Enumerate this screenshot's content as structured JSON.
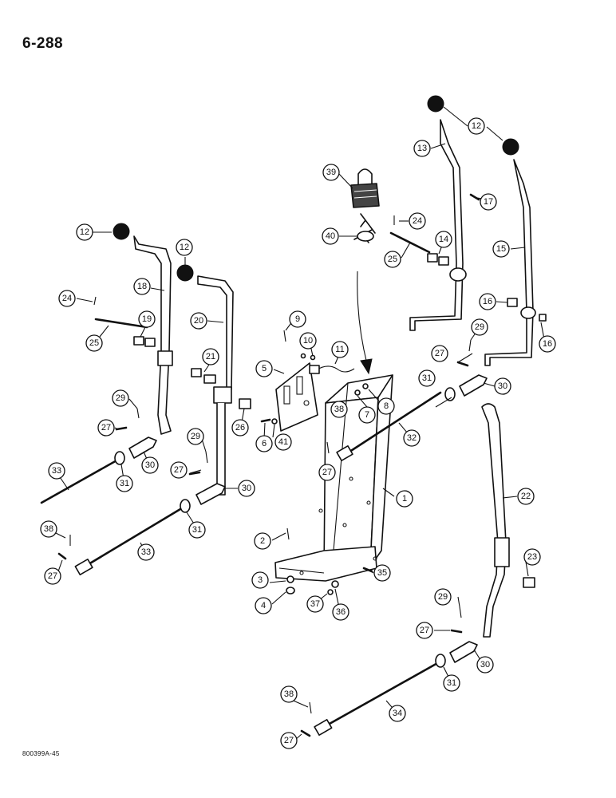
{
  "page": {
    "number": "6-288",
    "doc_code": "800399A-45"
  },
  "diagram": {
    "callouts": [
      {
        "label": "1"
      },
      {
        "label": "2"
      },
      {
        "label": "3"
      },
      {
        "label": "4"
      },
      {
        "label": "5"
      },
      {
        "label": "6"
      },
      {
        "label": "7"
      },
      {
        "label": "8"
      },
      {
        "label": "9"
      },
      {
        "label": "10"
      },
      {
        "label": "11"
      },
      {
        "label": "12"
      },
      {
        "label": "12"
      },
      {
        "label": "12"
      },
      {
        "label": "12"
      },
      {
        "label": "13"
      },
      {
        "label": "14"
      },
      {
        "label": "15"
      },
      {
        "label": "16"
      },
      {
        "label": "16"
      },
      {
        "label": "17"
      },
      {
        "label": "18"
      },
      {
        "label": "19"
      },
      {
        "label": "20"
      },
      {
        "label": "21"
      },
      {
        "label": "22"
      },
      {
        "label": "23"
      },
      {
        "label": "24"
      },
      {
        "label": "24"
      },
      {
        "label": "25"
      },
      {
        "label": "25"
      },
      {
        "label": "26"
      },
      {
        "label": "27"
      },
      {
        "label": "27"
      },
      {
        "label": "27"
      },
      {
        "label": "27"
      },
      {
        "label": "27"
      },
      {
        "label": "27"
      },
      {
        "label": "27"
      },
      {
        "label": "29"
      },
      {
        "label": "29"
      },
      {
        "label": "29"
      },
      {
        "label": "29"
      },
      {
        "label": "30"
      },
      {
        "label": "30"
      },
      {
        "label": "30"
      },
      {
        "label": "30"
      },
      {
        "label": "31"
      },
      {
        "label": "31"
      },
      {
        "label": "31"
      },
      {
        "label": "31"
      },
      {
        "label": "32"
      },
      {
        "label": "33"
      },
      {
        "label": "33"
      },
      {
        "label": "34"
      },
      {
        "label": "35"
      },
      {
        "label": "36"
      },
      {
        "label": "37"
      },
      {
        "label": "38"
      },
      {
        "label": "38"
      },
      {
        "label": "38"
      },
      {
        "label": "39"
      },
      {
        "label": "40"
      },
      {
        "label": "41"
      }
    ]
  }
}
